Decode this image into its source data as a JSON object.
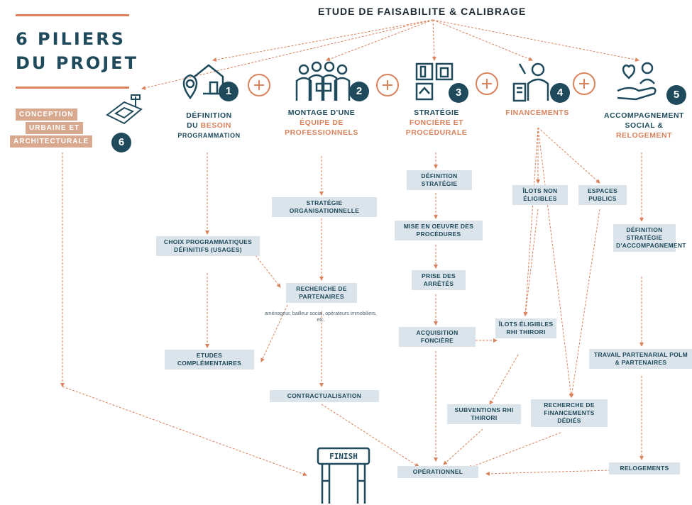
{
  "header": {
    "title": "ETUDE DE FAISABILITE & CALIBRAGE",
    "pillars_title_line1": "6 PILIERS",
    "pillars_title_line2": "DU PROJET"
  },
  "pillars": [
    {
      "number": "1",
      "line1": "DÉFINITION",
      "line2a": "DU ",
      "line2b": "BESOIN",
      "line3": "PROGRAMMATION"
    },
    {
      "number": "2",
      "line1": "MONTAGE D'UNE",
      "line2": "ÉQUIPE DE",
      "line3": "PROFESSIONNELS"
    },
    {
      "number": "3",
      "line1": "STRATÉGIE",
      "line2": "FONCIÈRE ET",
      "line3": "PROCÉDURALE"
    },
    {
      "number": "4",
      "line1": "FINANCEMENTS"
    },
    {
      "number": "5",
      "line1": "ACCOMPAGNEMENT",
      "line2": "SOCIAL &",
      "line3": "RELOGEMENT"
    },
    {
      "number": "6",
      "line1": "CONCEPTION",
      "line2": "URBAINE ET",
      "line3": "ARCHITECTURALE"
    }
  ],
  "nodes": {
    "choix": "CHOIX PROGRAMMATIQUES DÉFINITIFS (USAGES)",
    "etudes": "ETUDES COMPLÉMENTAIRES",
    "strat_org": "STRATÉGIE ORGANISATIONNELLE",
    "recherche_part": "RECHERCHE DE PARTENAIRES",
    "recherche_note": "aménageur, bailleur social, opérateurs immobiliers, etc.",
    "contract": "CONTRACTUALISATION",
    "def_strat": "DÉFINITION STRATÉGIE",
    "mise": "MISE EN OEUVRE DES PROCÉDURES",
    "prise": "PRISE DES ARRÊTÉS",
    "acquisition": "ACQUISITION FONCIÈRE",
    "ilots_non": "ÎLOTS NON ÉLIGIBLES",
    "espaces": "ESPACES PUBLICS",
    "ilots_elig": "ÎLOTS ÉLIGIBLES RHI THIRORI",
    "subventions": "SUBVENTIONS RHI THIRORI",
    "recherche_fin": "RECHERCHE DE FINANCEMENTS DÉDIÉS",
    "def_strat_acc": "DÉFINITION STRATÉGIE D'ACCOMPAGNEMENT",
    "travail": "TRAVAIL PARTENARIAL POLM & PARTENAIRES",
    "relogements": "RELOGEMENTS",
    "operationnel": "OPÉRATIONNEL",
    "finish": "FINISH"
  },
  "colors": {
    "navy": "#1e4a5c",
    "orange": "#d9825b",
    "node_bg": "#dbe4ea",
    "label_bg": "#d9a98f"
  }
}
